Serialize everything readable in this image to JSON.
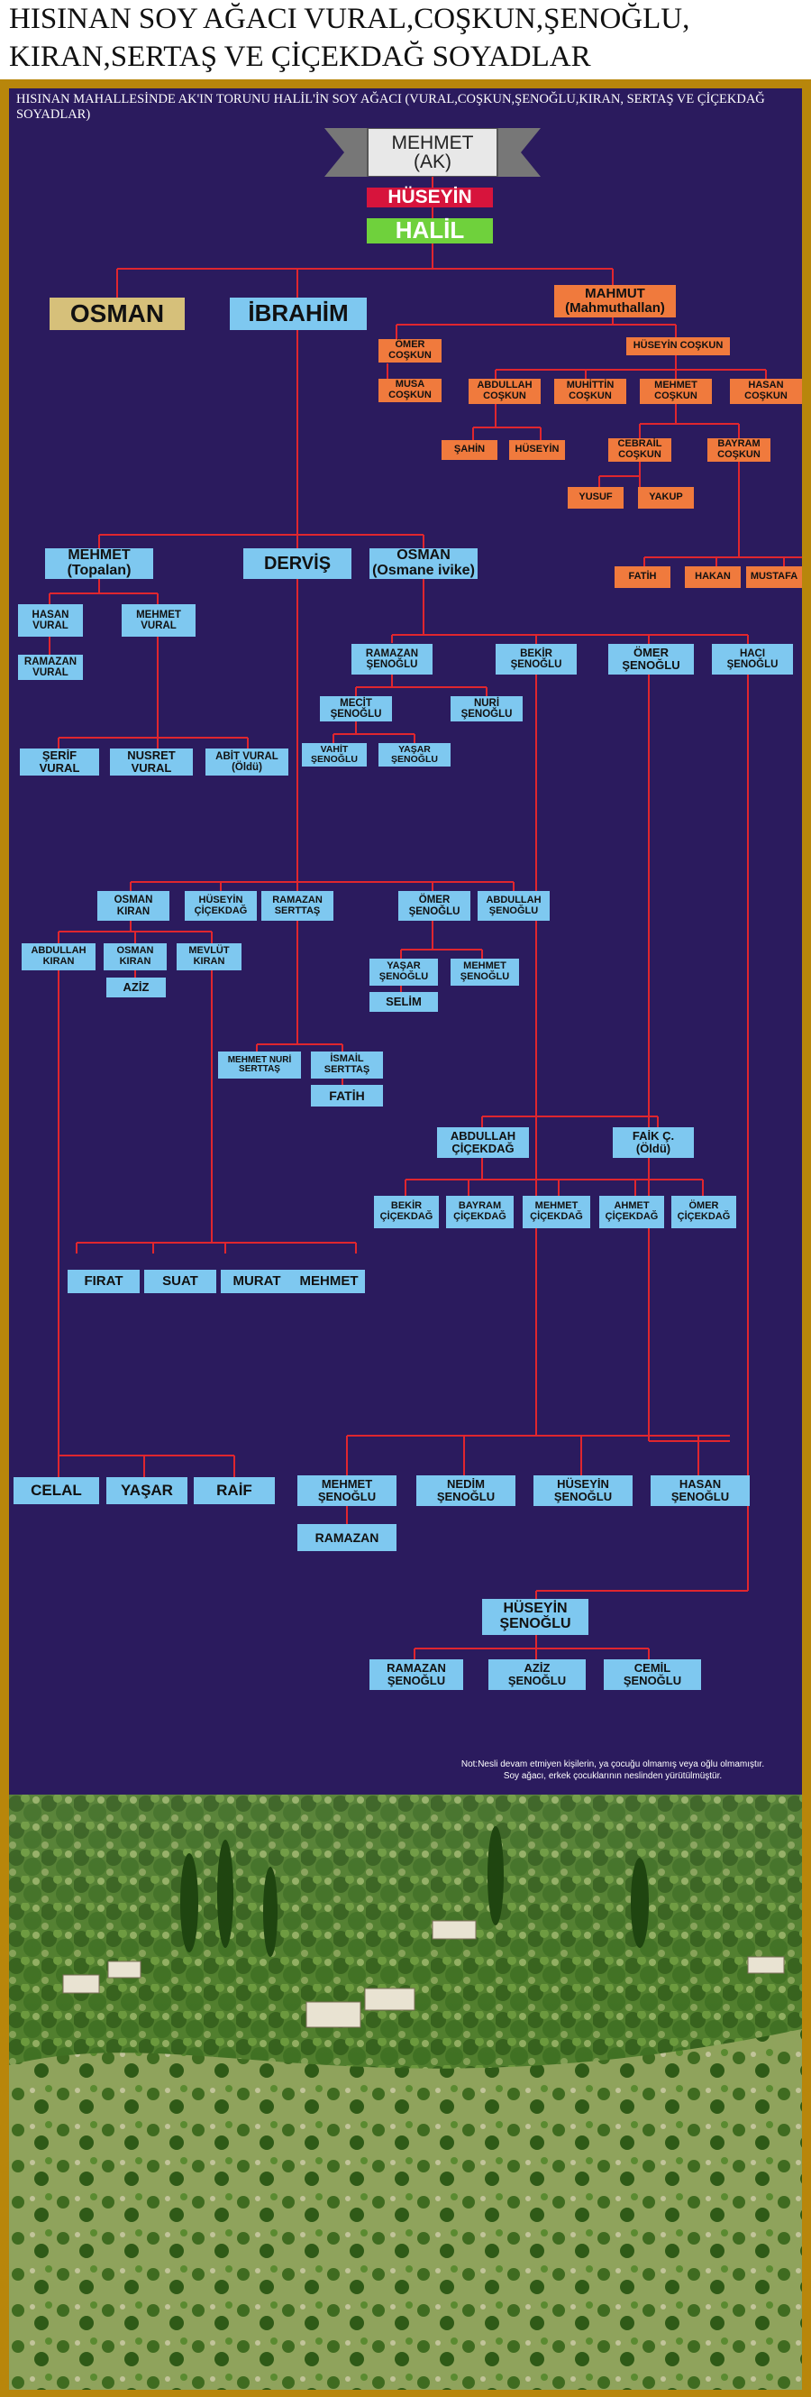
{
  "title": "HISINAN SOY AĞACI VURAL,COŞKUN,ŞENOĞLU, KIRAN,SERTAŞ VE ÇİÇEKDAĞ SOYADLAR",
  "header": "HISINAN MAHALLESİNDE AK'IN TORUNU HALİL'İN  SOY AĞACI (VURAL,COŞKUN,ŞENOĞLU,KIRAN, SERTAŞ VE ÇİÇEKDAĞ SOYADLAR)",
  "root": "MEHMET\n(AK)",
  "gen1": "HÜSEYİN",
  "gen2": "HALİL",
  "sons": {
    "osman": "OSMAN",
    "ibrahim": "İBRAHİM",
    "mahmut": "MAHMUT\n(Mahmuthallan)"
  },
  "mahmut_line": {
    "omer": "ÖMER\nCOŞKUN",
    "musa": "MUSA\nCOŞKUN",
    "huseyin": "HÜSEYİN COŞKUN",
    "abdullah": "ABDULLAH\nCOŞKUN",
    "muhittin": "MUHİTTİN\nCOŞKUN",
    "mehmet": "MEHMET\nCOŞKUN",
    "hasan": "HASAN\nCOŞKUN",
    "sahin": "ŞAHİN",
    "huseyin2": "HÜSEYİN",
    "cebrail": "CEBRAİL\nCOŞKUN",
    "bayram": "BAYRAM\nCOŞKUN",
    "yusuf": "YUSUF",
    "yakup": "YAKUP",
    "fatih": "FATİH",
    "hakan": "HAKAN",
    "mustafa": "MUSTAFA"
  },
  "ibrahim_line": {
    "mehmet": "MEHMET\n(Topalan)",
    "dervis": "DERVİŞ",
    "osman": "OSMAN\n(Osmane ivike)",
    "hasan_v": "HASAN\nVURAL",
    "ramazan_v": "RAMAZAN\nVURAL",
    "mehmet_v": "MEHMET\nVURAL",
    "serif": "ŞERİF\nVURAL",
    "nusret": "NUSRET\nVURAL",
    "abit": "ABİT VURAL\n(Öldü)",
    "ramazan_s": "RAMAZAN\nŞENOĞLU",
    "bekir_s": "BEKİR\nŞENOĞLU",
    "omer_s": "ÖMER\nŞENOĞLU",
    "haci_s": "HACI\nŞENOĞLU",
    "mecit": "MECİT\nŞENOĞLU",
    "nuri": "NURİ\nŞENOĞLU",
    "vahit": "VAHİT\nŞENOĞLU",
    "yasar_s": "YAŞAR\nŞENOĞLU"
  },
  "dervis_line": {
    "osman_k": "OSMAN\nKIRAN",
    "huseyin_c": "HÜSEYİN\nÇİÇEKDAĞ",
    "ramazan_st": "RAMAZAN\nSERTTAŞ",
    "omer_s2": "ÖMER\nŞENOĞLU",
    "abdullah_s": "ABDULLAH\nŞENOĞLU",
    "abdullah_k": "ABDULLAH\nKIRAN",
    "osman_k2": "OSMAN\nKIRAN",
    "mevlut_k": "MEVLÜT\nKIRAN",
    "aziz": "AZİZ",
    "yasar_s2": "YAŞAR\nŞENOĞLU",
    "mehmet_s2": "MEHMET\nŞENOĞLU",
    "selim": "SELİM",
    "mehmet_nuri": "MEHMET NURİ\nSERTTAŞ",
    "ismail": "İSMAİL\nSERTTAŞ",
    "fatih2": "FATİH",
    "abdullah_c": "ABDULLAH\nÇİÇEKDAĞ",
    "faik": "FAİK Ç.\n(Öldü)",
    "bekir_c": "BEKİR\nÇİÇEKDAĞ",
    "bayram_c": "BAYRAM\nÇİÇEKDAĞ",
    "mehmet_c": "MEHMET\nÇİÇEKDAĞ",
    "ahmet_c": "AHMET\nÇİÇEKDAĞ",
    "omer_c": "ÖMER\nÇİÇEKDAĞ",
    "firat": "FIRAT",
    "suat": "SUAT",
    "murat": "MURAT",
    "mehmet2": "MEHMET",
    "celal": "CELAL",
    "yasar2": "YAŞAR",
    "raif": "RAİF",
    "mehmet_s3": "MEHMET\nŞENOĞLU",
    "nedim": "NEDİM\nŞENOĞLU",
    "huseyin_s": "HÜSEYİN\nŞENOĞLU",
    "hasan_s": "HASAN\nŞENOĞLU",
    "ramazan2": "RAMAZAN",
    "huseyin_s2": "HÜSEYİN\nŞENOĞLU",
    "ramazan_s2": "RAMAZAN\nŞENOĞLU",
    "aziz_s": "AZİZ\nŞENOĞLU",
    "cemil": "CEMİL\nŞENOĞLU"
  },
  "note": "Not:Nesli devam etmiyen kişilerin, ya çocuğu olmamış veya oğlu olmamıştır.\nSoy ağacı, erkek çocuklarının neslinden yürütülmüştür.",
  "colors": {
    "panel": "#2b1b5e",
    "line": "#e0262e",
    "blue_box": "#7ec8f0",
    "orange_box": "#f07a3d",
    "frame": "#b8860b"
  }
}
